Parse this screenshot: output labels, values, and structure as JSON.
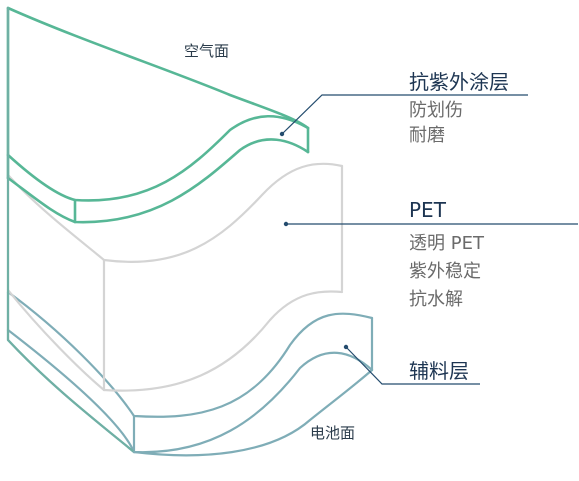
{
  "surfaces": {
    "top_face": "空气面",
    "bottom_face": "电池面"
  },
  "layers": [
    {
      "id": "uv-coating",
      "title": "抗紫外涂层",
      "features": [
        "防划伤",
        "耐磨"
      ],
      "color": "#57b796"
    },
    {
      "id": "pet",
      "title": "PET",
      "features": [
        "透明 PET",
        "紫外稳定",
        "抗水解"
      ],
      "color": "#d8d8d8"
    },
    {
      "id": "auxiliary",
      "title": "辅料层",
      "features": [],
      "color": "#7fadb7"
    }
  ],
  "colors": {
    "callout_line": "#244c6e",
    "title_text": "#1d3552",
    "feature_text": "#6b6b6b"
  }
}
